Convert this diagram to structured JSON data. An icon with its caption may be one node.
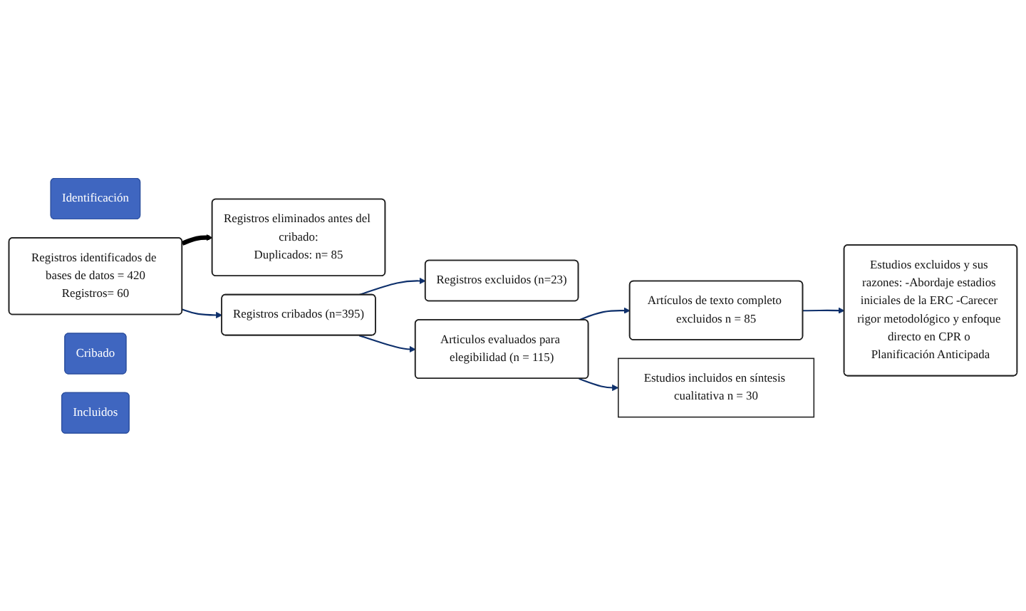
{
  "diagram": {
    "nodes": [
      {
        "text": [
          "Identificación"
        ]
      },
      {
        "text": [
          "Registros identificados de bases de datos = 420",
          "Registros= 60"
        ]
      },
      {
        "text": [
          "Registros eliminados antes del cribado:",
          "Duplicados: n= 85"
        ]
      },
      {
        "text": [
          "Cribado"
        ]
      },
      {
        "text": [
          "Registros cribados (n=395)"
        ]
      },
      {
        "text": [
          "Registros excluidos (n=23)"
        ]
      },
      {
        "text": [
          "Articulos evaluados para elegibilidad (n = 115)"
        ]
      },
      {
        "text": [
          "Artículos de texto completo excluidos n = 85"
        ]
      },
      {
        "text": [
          "Estudios excluidos y sus razones: -Abordaje estadios iniciales de la ERC -Carecer rigor metodológico y enfoque directo en CPR o Planificación Anticipada"
        ]
      },
      {
        "text": [
          "Incluidos"
        ]
      },
      {
        "text": [
          "Estudios incluidos en síntesis cualitativa n = 30"
        ]
      }
    ],
    "edges": [
      {
        "from": 1,
        "to": 2,
        "arrow": "to",
        "style": "thick",
        "color": "#000000"
      },
      {
        "from": 1,
        "to": 4,
        "arrow": "to"
      },
      {
        "from": 4,
        "to": 5,
        "arrow": "to"
      },
      {
        "from": 4,
        "to": 6,
        "arrow": "to"
      },
      {
        "from": 6,
        "to": 7,
        "arrow": "to"
      },
      {
        "from": 7,
        "to": 8,
        "arrow": "to"
      },
      {
        "from": 6,
        "to": 10,
        "arrow": "to"
      }
    ]
  }
}
